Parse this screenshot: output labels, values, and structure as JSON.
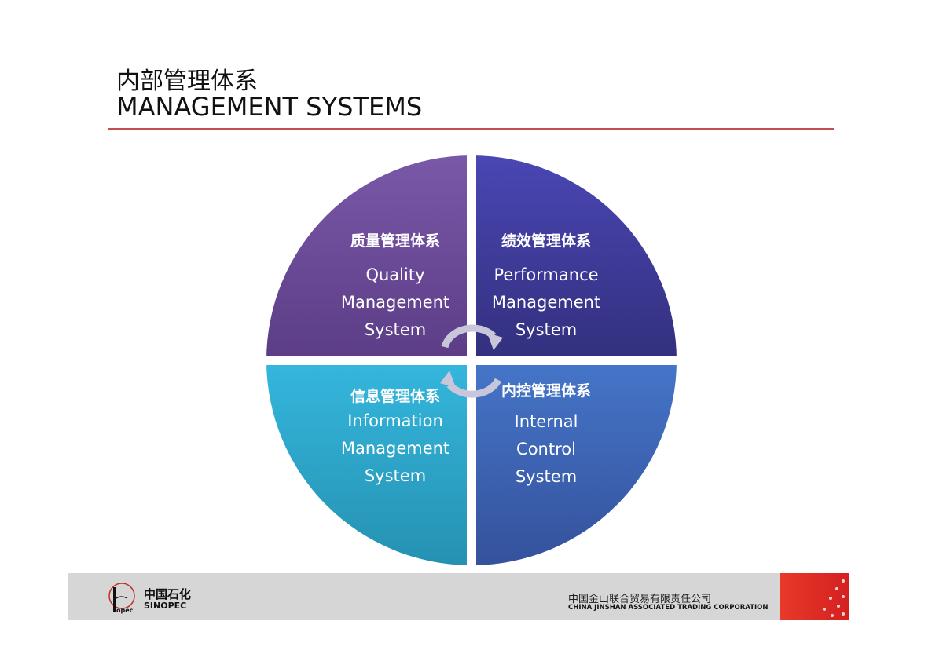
{
  "header": {
    "title_cn": "内部管理体系",
    "title_en": "MANAGEMENT SYSTEMS"
  },
  "quadrants": [
    {
      "heading": "质量管理体系",
      "lines": [
        "Quality",
        "Management",
        "System"
      ],
      "color": "#6a4a9a"
    },
    {
      "heading": "绩效管理体系",
      "lines": [
        "Performance",
        "Management",
        "System"
      ],
      "color": "#3e3a9c"
    },
    {
      "heading": "信息管理体系",
      "lines": [
        "Information",
        "Management",
        "System"
      ],
      "color": "#2aa6c8"
    },
    {
      "heading": "内控管理体系",
      "lines": [
        "Internal",
        "Control",
        "System"
      ],
      "color": "#3f66b8"
    }
  ],
  "footer": {
    "logo_cn": "中国石化",
    "logo_en": "SINOPEC",
    "company_cn": "中国金山联合贸易有限责任公司",
    "company_en": "CHINA JINSHAN  ASSOCIATED TRADING CORPORATION"
  }
}
